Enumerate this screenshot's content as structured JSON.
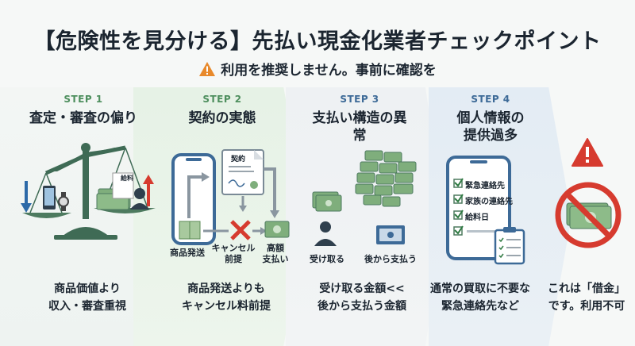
{
  "title": "【危険性を見分ける】先払い現金化業者チェックポイント",
  "warning": "利用を推奨しません。事前に確認を",
  "steps": [
    {
      "step": "STEP 1",
      "heading": "査定・審査の偏り",
      "desc_line1": "商品価値より",
      "desc_line2": "収入・審査重視",
      "doc_label": "給料"
    },
    {
      "step": "STEP 2",
      "heading": "契約の実態",
      "doc_label": "契約",
      "lbl_ship": "商品発送",
      "lbl_cancel_1": "キャンセル",
      "lbl_cancel_2": "前提",
      "lbl_high_1": "高額",
      "lbl_high_2": "支払い",
      "desc_line1": "商品発送よりも",
      "desc_line2": "キャンセル料前提"
    },
    {
      "step": "STEP 3",
      "heading_line1": "支払い構造の異",
      "heading_line2": "常",
      "lbl_receive": "受け取る",
      "lbl_pay_later": "後から支払う",
      "desc_line1": "受け取る金額<<",
      "desc_line2": "後から支払う金額"
    },
    {
      "step": "STEP 4",
      "heading_line1": "個人情報の",
      "heading_line2": "提供過多",
      "check_1": "緊急連絡先",
      "check_2": "家族の連絡先",
      "check_3": "給料日",
      "desc_line1": "通常の買取に不要な",
      "desc_line2": "緊急連絡先など"
    }
  ],
  "final": {
    "desc_line1": "これは「借金」",
    "desc_line2": "です。利用不可"
  },
  "colors": {
    "green": "#4e8f5e",
    "blue": "#3d6a97",
    "red": "#d63b2f",
    "money": "#7fae7c"
  }
}
